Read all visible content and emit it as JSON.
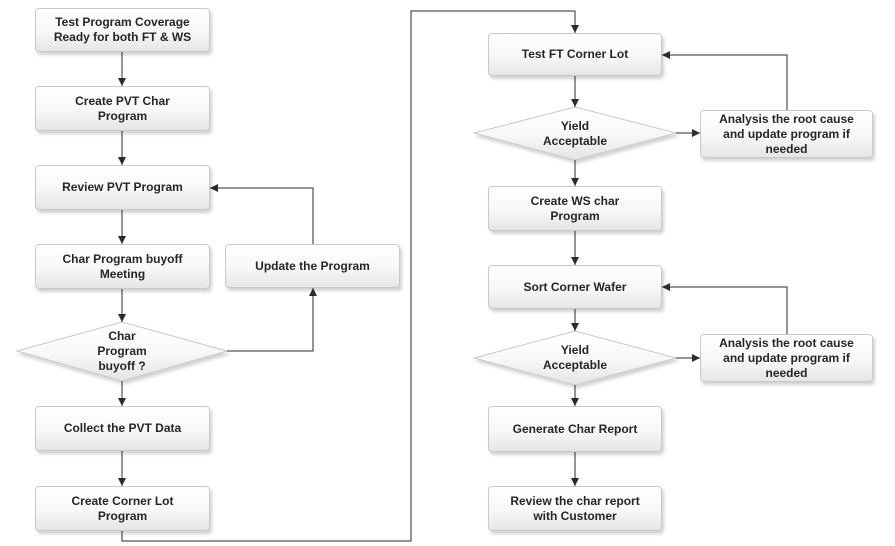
{
  "nodes": {
    "test_program_coverage": "Test Program Coverage\nReady for both FT & WS",
    "create_pvt_char_program": "Create PVT Char\nProgram",
    "review_pvt_program": "Review PVT Program",
    "char_program_buyoff_meeting": "Char Program buyoff\nMeeting",
    "update_the_program": "Update the Program",
    "char_program_buyoff_decision": "Char\nProgram\nbuyoff ?",
    "collect_pvt_data": "Collect the PVT Data",
    "create_corner_lot_program": "Create Corner Lot\nProgram",
    "test_ft_corner_lot": "Test FT Corner Lot",
    "yield_acceptable_ft": "Yield\nAcceptable",
    "analysis_root_cause_ft": "Analysis the root cause\nand update program if\nneeded",
    "create_ws_char_program": "Create WS char\nProgram",
    "sort_corner_wafer": "Sort Corner Wafer",
    "yield_acceptable_ws": "Yield\nAcceptable",
    "analysis_root_cause_ws": "Analysis the root cause\nand update program if\nneeded",
    "generate_char_report": "Generate Char Report",
    "review_char_report": "Review the char report\nwith Customer"
  },
  "colors": {
    "box_fill_top": "#ffffff",
    "box_fill_bottom": "#e6e6e6",
    "box_border": "#c9c9c9",
    "connector": "#2b2b2b",
    "text": "#262626"
  }
}
